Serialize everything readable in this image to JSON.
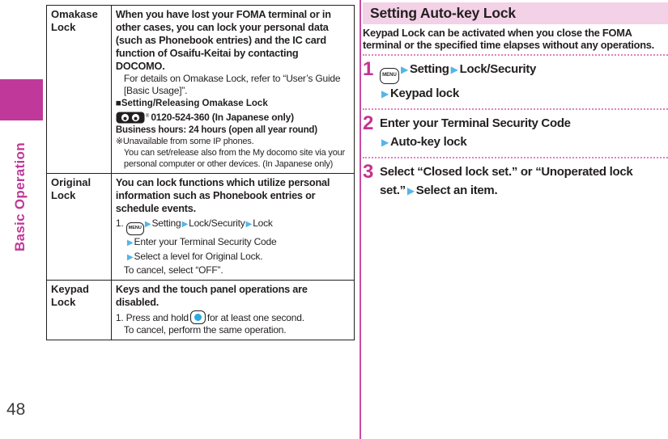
{
  "page": {
    "sidebar_label": "Basic Operation",
    "page_number": "48"
  },
  "colors": {
    "magenta": "#c0399a",
    "step_number_magenta": "#c4338f",
    "section_header_bg": "#f3d1e7",
    "dotted_line_pink": "#e37fc1",
    "arrow_blue": "#54b5e8",
    "key_circle_blue": "#29abe2",
    "text": "#231f20"
  },
  "glyphs": {
    "arrow": "▶",
    "bullet": "⿠",
    "menu_key": "MENU",
    "registered": "®"
  },
  "table": {
    "rows": [
      {
        "label": "Omakase Lock",
        "description": "When you have lost your FOMA terminal or in other cases, you can lock your personal data (such as Phonebook entries) and the IC card function of Osaifu-Keitai by contacting DOCOMO.",
        "bullet1": "For details on Omakase Lock, refer to “User’s Guide [Basic Usage]”.",
        "subheading": "■Setting/Releasing Omakase Lock",
        "phone_number": "0120-524-360 (In Japanese only)",
        "business_hours": "Business hours: 24 hours (open all year round)",
        "note": "※Unavailable from some IP phones.",
        "bullet2": "You can set/release also from the My docomo site via your personal computer or other devices. (In Japanese only)"
      },
      {
        "label": "Original Lock",
        "description": "You can lock functions which utilize personal information such as Phonebook entries or schedule events.",
        "step_prefix": "1.",
        "seq1_a": "Setting",
        "seq1_b": "Lock/Security",
        "seq1_c": "Lock",
        "seq_line2": "Enter your Terminal Security Code",
        "seq_line3": "Select a level for Original Lock.",
        "bullet1": "To cancel, select “OFF”."
      },
      {
        "label": "Keypad Lock",
        "description": "Keys and the touch panel operations are disabled.",
        "step_before": "1. Press and hold",
        "step_after": "for at least one second.",
        "bullet1": "To cancel, perform the same operation."
      }
    ]
  },
  "section": {
    "title": "Setting Auto-key Lock",
    "intro": "Keypad Lock can be activated when you close the FOMA terminal or the specified time elapses without any operations.",
    "steps": [
      {
        "number": "1",
        "seq_a": "Setting",
        "seq_b": "Lock/Security",
        "line2": "Keypad lock"
      },
      {
        "number": "2",
        "line1": "Enter your Terminal Security Code",
        "line2": "Auto-key lock"
      },
      {
        "number": "3",
        "text_before": "Select “Closed lock set.” or “Unoperated lock set.”",
        "text_after": "Select an item."
      }
    ]
  }
}
